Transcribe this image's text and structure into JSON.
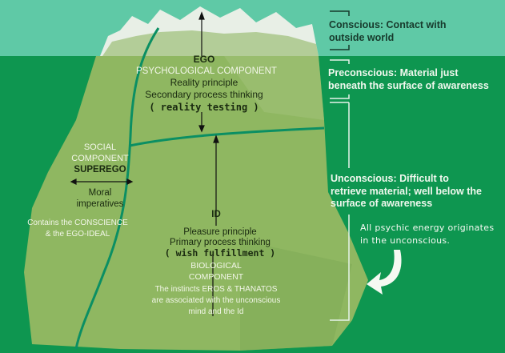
{
  "ego": {
    "title": "EGO",
    "component": "PSYCHOLOGICAL COMPONENT",
    "line1": "Reality principle",
    "line2": "Secondary process thinking",
    "note": "( reality testing )"
  },
  "superego": {
    "component1": "SOCIAL",
    "component2": "COMPONENT",
    "title": "SUPEREGO",
    "line1": "Moral",
    "line2": "imperatives",
    "contains1": "Contains the CONSCIENCE",
    "contains2": "& the EGO-IDEAL"
  },
  "id": {
    "title": "ID",
    "line1": "Pleasure principle",
    "line2": "Primary process  thinking",
    "note": "( wish fulfillment )",
    "component1": "BIOLOGICAL",
    "component2": "COMPONENT",
    "instincts1": "The instincts EROS & THANATOS",
    "instincts2": "are associated with the unconscious",
    "instincts3": "mind and the Id"
  },
  "levels": {
    "conscious1": "Conscious: Contact with",
    "conscious2": "outside world",
    "preconscious1": "Preconscious: Material just",
    "preconscious2": "beneath the surface of awareness",
    "unconscious1": "Unconscious: Difficult to",
    "unconscious2": "retrieve material; well below the",
    "unconscious3": "surface of awareness"
  },
  "note": {
    "line1": "All psychic energy originates",
    "line2": "in the unconscious."
  },
  "colors": {
    "sky": "#5fc9a6",
    "water": "#0e9650",
    "iceberg": "#8fb761",
    "line": "#0b8f63"
  }
}
